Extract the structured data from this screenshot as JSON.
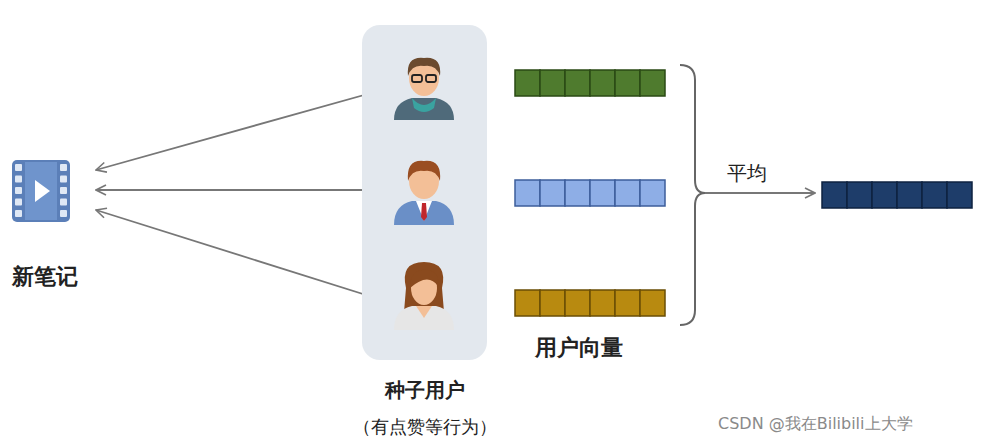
{
  "diagram": {
    "nodes": [
      {
        "text": [
          "新笔记"
        ]
      },
      {
        "text": [
          "种子用户",
          "（有点赞等行为）"
        ]
      }
    ],
    "edges": [
      {
        "from": 0,
        "to": 1,
        "arrow": "both"
      },
      {
        "from": 0,
        "to": 1,
        "arrow": "both"
      },
      {
        "from": 0,
        "to": 1,
        "arrow": "both"
      }
    ],
    "labels": [
      "用户向量",
      "平均",
      "CSDN @我在Bilibili上大学"
    ]
  }
}
